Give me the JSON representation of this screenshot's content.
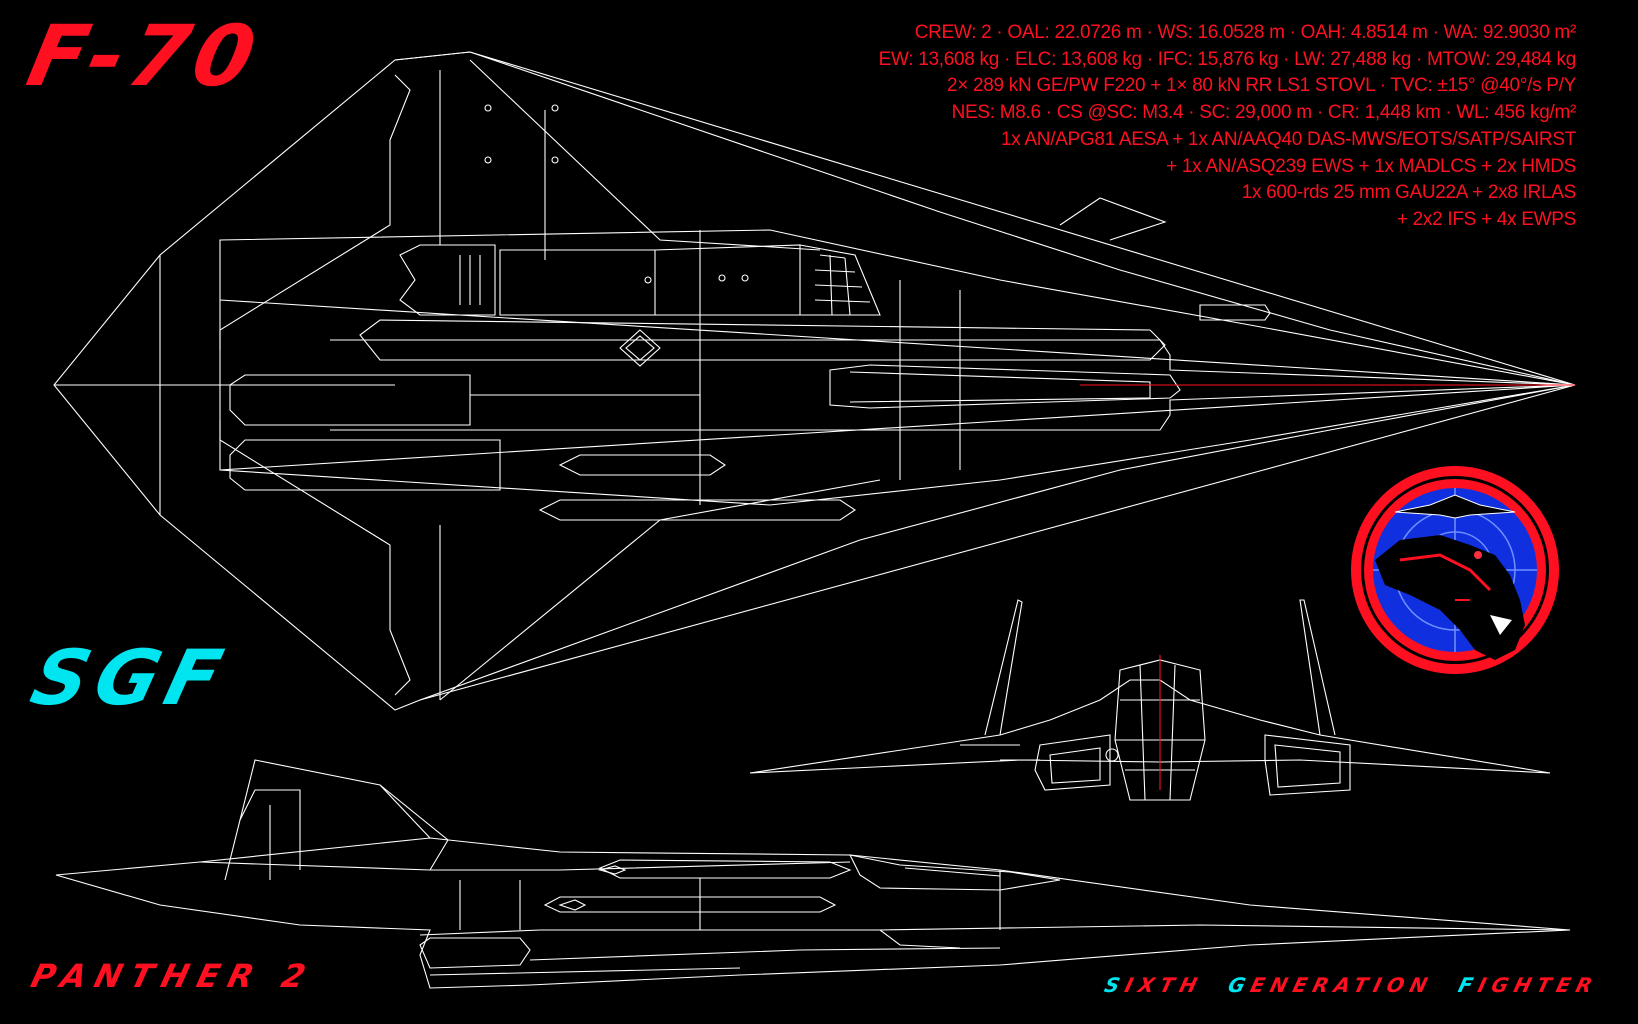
{
  "title": "F-70",
  "subtitle": "SGF",
  "name": "PANTHER 2",
  "tagline": {
    "word1_initial": "S",
    "word1_rest": "IXTH",
    "word2_initial": "G",
    "word2_rest": "ENERATION",
    "word3_initial": "F",
    "word3_rest": "IGHTER"
  },
  "specs": [
    "CREW: 2 · OAL: 22.0726 m · WS: 16.0528 m · OAH: 4.8514 m · WA: 92.9030 m²",
    "EW: 13,608 kg · ELC: 13,608 kg · IFC: 15,876 kg · LW: 27,488 kg · MTOW: 29,484 kg",
    "2× 289 kN GE/PW F220 + 1× 80 kN RR LS1 STOVL · TVC: ±15° @40°/s P/Y",
    "NES: M8.6 · CS @SC: M3.4 · SC: 29,000 m · CR: 1,448 km · WL: 456 kg/m²",
    "1x AN/APG81 AESA + 1x AN/AAQ40 DAS-MWS/EOTS/SATP/SAIRST",
    "+ 1x AN/ASQ239 EWS + 1x MADLCS + 2x HMDS",
    "1x 600-rds 25 mm GAU22A + 2x8 IRLAS",
    "+ 2x2 IFS + 4x EWPS"
  ],
  "colors": {
    "background": "#000000",
    "line": "#ffffff",
    "accent_red": "#ff1020",
    "accent_cyan": "#00e5f0",
    "insignia_blue": "#1030e0"
  },
  "views": {
    "top": "top-view-drawing",
    "front": "front-view-drawing",
    "side": "side-view-drawing"
  },
  "insignia": {
    "icon": "panther-insignia-icon"
  }
}
